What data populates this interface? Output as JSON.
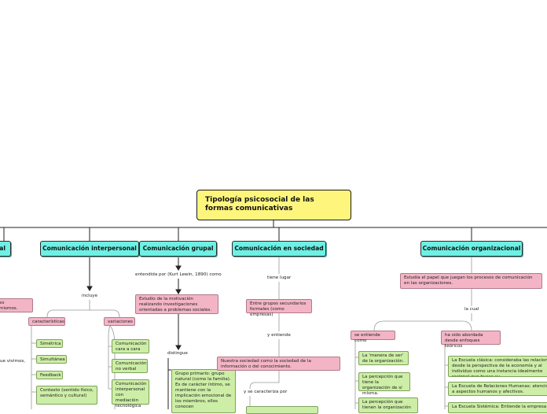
{
  "root": {
    "title": "Tipología psicosocial de las formas comunicativas"
  },
  "main_nodes": {
    "left_cut": "al",
    "interpersonal": "Comunicación interpersonal",
    "grupal": "Comunicación grupal",
    "sociedad": "Comunicación en sociedad",
    "organizacional": "Comunicación organizacional"
  },
  "interpersonal": {
    "incluye": "incluye",
    "caracteristicas": "características",
    "variaciones": "variaciones",
    "c_items": [
      "Simétrica",
      "Simultánea",
      "Feedback",
      "Contexto (sentido físico, semántico y cultural)"
    ],
    "v_items": [
      "Comunicación cara a cara",
      "Comunicación no verbal",
      "Comunicación interpersonal con mediación tecnológica"
    ]
  },
  "left": {
    "pink_frag": "es\nmismos.",
    "label_frag": "ue vivimos,"
  },
  "grupal": {
    "entendida": "entendida por (Kurt Lewin, 1890) como",
    "estudio": "Estudio de la motivación realizando investigaciones orientadas a problemas sociales.",
    "distingue": "distingue",
    "grupo_primario": "Grupo primario: grupo natural (como la familia). Es de carácter íntimo, se mantiene con la implicación emocional de los miembros, ellos conocen"
  },
  "sociedad": {
    "tiene_lugar": "tiene lugar",
    "entre": "Entre grupos secundarios formales (como empresas)",
    "y_entiende": "y entiende",
    "nuestra": "Nuestra sociedad como la sociedad de la información o del conocimiento.",
    "se_caracteriza": "y se caracteriza por"
  },
  "organizacional": {
    "estudia": "Estudia el papel que juegan los procesos de comunicación en las organizaciones.",
    "la_cual": "la cual",
    "se_entiende": "se entiende como",
    "abordada": "ha sido abordada desde enfoques teóricos",
    "g_left": [
      "La 'manera de ser' de la organización.",
      "La percepción que tiene la organización de sí misma.",
      "La percepción que tienen la organización"
    ],
    "g_right": [
      "La Escuela clásica: consideraba las relaciones desde la perspectiva de la economía y al individuo como una instancia idealmente racional que busca su",
      "La Escuela de Relaciones Humanas: atención a aspectos humanos y afectivos.",
      "La Escuela Sistémica: Entiende la empresa"
    ]
  }
}
